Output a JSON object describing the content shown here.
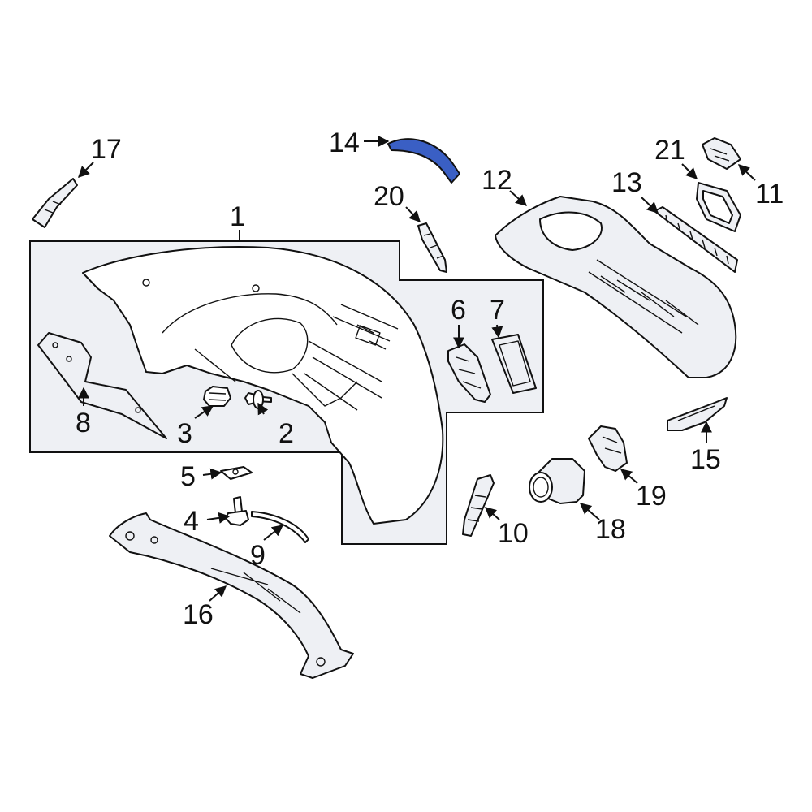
{
  "colors": {
    "line": "#111111",
    "part_fill": "#eef0f4",
    "highlight": "#3a5fc4",
    "background": "#ffffff"
  },
  "highlighted_part": "14",
  "callouts": {
    "c1": "1",
    "c2": "2",
    "c3": "3",
    "c4": "4",
    "c5": "5",
    "c6": "6",
    "c7": "7",
    "c8": "8",
    "c9": "9",
    "c10": "10",
    "c11": "11",
    "c12": "12",
    "c13": "13",
    "c14": "14",
    "c15": "15",
    "c16": "16",
    "c17": "17",
    "c18": "18",
    "c19": "19",
    "c20": "20",
    "c21": "21"
  }
}
